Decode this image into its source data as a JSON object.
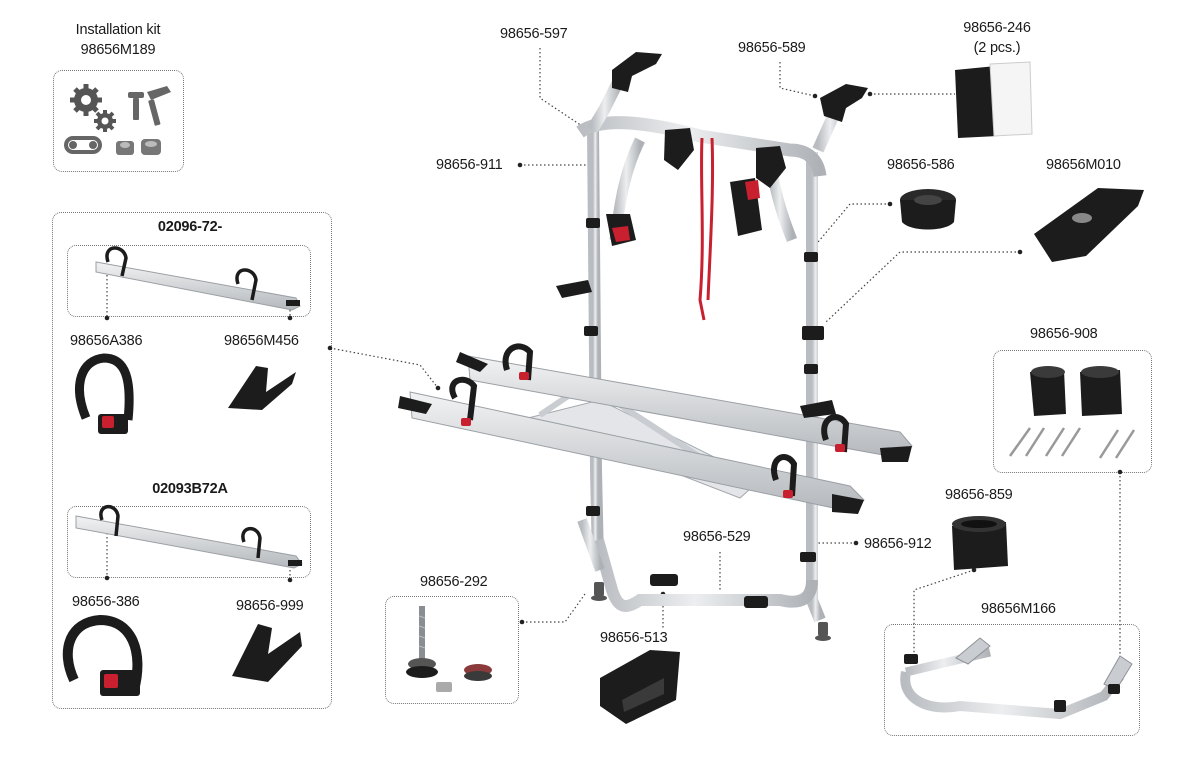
{
  "labels": {
    "installation_kit_title": "Installation kit",
    "installation_kit_code": "98656M189",
    "p_597": "98656-597",
    "p_589": "98656-589",
    "p_246": "98656-246",
    "p_246_qty": "(2 pcs.)",
    "p_911": "98656-911",
    "p_586": "98656-586",
    "p_m010": "98656M010",
    "rail_a_title": "02096-72-",
    "p_a386": "98656A386",
    "p_m456": "98656M456",
    "rail_b_title": "02093B72A",
    "p_386": "98656-386",
    "p_999": "98656-999",
    "p_908": "98656-908",
    "p_859": "98656-859",
    "p_529": "98656-529",
    "p_912": "98656-912",
    "p_292": "98656-292",
    "p_513": "98656-513",
    "p_m166": "98656M166"
  },
  "colors": {
    "frame": "#d4d6d9",
    "frame_edge": "#9a9ea3",
    "black_part": "#1c1c1c",
    "red_accent": "#c8202f",
    "leader": "#333333"
  }
}
